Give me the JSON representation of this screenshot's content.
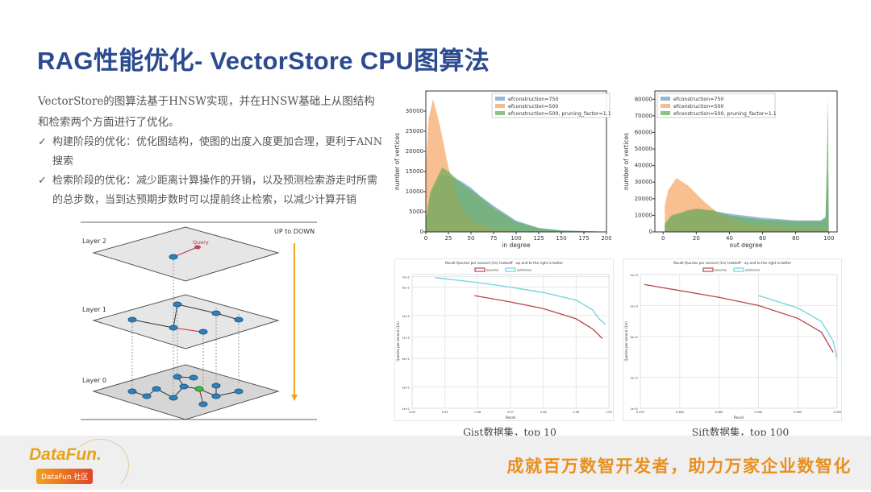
{
  "title": "RAG性能优化- VectorStore CPU图算法",
  "intro": "VectorStore的图算法基于HNSW实现，并在HNSW基础上从图结构和检索两个方面进行了优化。",
  "bullets": [
    {
      "check": "✓",
      "text": "构建阶段的优化：优化图结构，使图的出度入度更加合理，更利于ANN 搜索"
    },
    {
      "check": "✓",
      "text": "检索阶段的优化：减少距离计算操作的开销，以及预测检索游走时所需的总步数，当到达预期步数时可以提前终止检索，以减少计算开销"
    }
  ],
  "diagram": {
    "layers": [
      "Layer 2",
      "Layer 1",
      "Layer 0"
    ],
    "query": "Query",
    "direction": "UP to DOWN"
  },
  "captions": [
    "Gist数据集，top 10",
    "Sift数据集，top 100"
  ],
  "footer": {
    "logo": "DataFun.",
    "badge": "DataFun 社区",
    "slogan": "成就百万数智开发者，助力万家企业数智化"
  },
  "colors": {
    "title": "#2b4a8f",
    "blue": "#6f9fcf",
    "orange": "#f5a462",
    "green": "#6aae5a",
    "baseline": "#b5474b",
    "optimized": "#6fd3dc",
    "arrow": "#f0a41c"
  },
  "chart_data": [
    {
      "type": "area",
      "xlabel": "in degree",
      "ylabel": "number of vertices",
      "xlim": [
        0,
        200
      ],
      "ylim": [
        0,
        35000
      ],
      "xticks": [
        0,
        25,
        50,
        75,
        100,
        125,
        150,
        175,
        200
      ],
      "yticks": [
        0,
        5000,
        10000,
        15000,
        20000,
        25000,
        30000
      ],
      "legend": "top-right",
      "series": [
        {
          "name": "efconstruction=750",
          "color": "#6f9fcf",
          "points": [
            [
              0,
              2000
            ],
            [
              5,
              9000
            ],
            [
              15,
              14000
            ],
            [
              25,
              14000
            ],
            [
              40,
              12500
            ],
            [
              50,
              11000
            ],
            [
              60,
              9000
            ],
            [
              75,
              6500
            ],
            [
              100,
              2800
            ],
            [
              125,
              1000
            ],
            [
              150,
              400
            ],
            [
              200,
              50
            ]
          ]
        },
        {
          "name": "efconstruction=500",
          "color": "#f5a462",
          "points": [
            [
              0,
              15000
            ],
            [
              3,
              28000
            ],
            [
              8,
              33000
            ],
            [
              15,
              27000
            ],
            [
              25,
              16000
            ],
            [
              35,
              8000
            ],
            [
              50,
              3000
            ],
            [
              75,
              800
            ],
            [
              100,
              200
            ],
            [
              150,
              0
            ],
            [
              200,
              0
            ]
          ]
        },
        {
          "name": "efconstruction=500, pruning_factor=1.1",
          "color": "#6aae5a",
          "points": [
            [
              0,
              3000
            ],
            [
              5,
              10000
            ],
            [
              18,
              16000
            ],
            [
              25,
              15000
            ],
            [
              40,
              12000
            ],
            [
              50,
              10500
            ],
            [
              75,
              6000
            ],
            [
              100,
              2500
            ],
            [
              125,
              900
            ],
            [
              150,
              300
            ],
            [
              200,
              30
            ]
          ]
        }
      ]
    },
    {
      "type": "area",
      "xlabel": "out degree",
      "ylabel": "number of vertices",
      "xlim": [
        -5,
        105
      ],
      "ylim": [
        0,
        85000
      ],
      "xticks": [
        0,
        20,
        40,
        60,
        80,
        100
      ],
      "yticks": [
        0,
        10000,
        20000,
        30000,
        40000,
        50000,
        60000,
        70000,
        80000
      ],
      "legend": "top-left",
      "series": [
        {
          "name": "efconstruction=750",
          "color": "#6f9fcf",
          "points": [
            [
              1,
              4000
            ],
            [
              5,
              9000
            ],
            [
              15,
              13500
            ],
            [
              20,
              14000
            ],
            [
              40,
              11000
            ],
            [
              60,
              8500
            ],
            [
              80,
              7000
            ],
            [
              95,
              7000
            ],
            [
              98,
              9000
            ],
            [
              99.5,
              40000
            ],
            [
              100,
              0
            ]
          ]
        },
        {
          "name": "efconstruction=500",
          "color": "#f5a462",
          "points": [
            [
              1,
              16000
            ],
            [
              3,
              25000
            ],
            [
              8,
              32500
            ],
            [
              15,
              28000
            ],
            [
              25,
              18000
            ],
            [
              35,
              10000
            ],
            [
              50,
              5000
            ],
            [
              70,
              3000
            ],
            [
              90,
              2000
            ],
            [
              99,
              2000
            ],
            [
              100,
              0
            ]
          ]
        },
        {
          "name": "efconstruction=500, pruning_factor=1.1",
          "color": "#6aae5a",
          "points": [
            [
              1,
              5000
            ],
            [
              5,
              10000
            ],
            [
              20,
              14000
            ],
            [
              30,
              13000
            ],
            [
              40,
              10000
            ],
            [
              60,
              7500
            ],
            [
              80,
              6500
            ],
            [
              95,
              6500
            ],
            [
              98,
              8000
            ],
            [
              99.5,
              82000
            ],
            [
              100,
              0
            ]
          ]
        }
      ]
    },
    {
      "type": "line",
      "title": "Recall-Queries per second (1/s) tradeoff - up and to the right is better",
      "xlabel": "Recall",
      "ylabel": "Queries per second (1/s)",
      "xlim": [
        0.94,
        1.0
      ],
      "ylim": [
        10,
        750
      ],
      "yscale": "log",
      "xticks": [
        0.94,
        0.95,
        0.96,
        0.97,
        0.98,
        0.99,
        1.0
      ],
      "xticklabels": [
        "0.94",
        "0.95",
        "0.96",
        "0.97",
        "0.98",
        "0.99",
        "1.00"
      ],
      "yticks": [
        10,
        20,
        50,
        100,
        200,
        500,
        700
      ],
      "yticklabels": [
        "1e+1",
        "2e+1",
        "5e+1",
        "1e+2",
        "2e+2",
        "5e+2",
        "7e+2"
      ],
      "legend": "top-center",
      "series": [
        {
          "name": "baseline",
          "color": "#b5474b",
          "points": [
            [
              0.959,
              380
            ],
            [
              0.97,
              310
            ],
            [
              0.98,
              250
            ],
            [
              0.99,
              180
            ],
            [
              0.995,
              130
            ],
            [
              0.998,
              95
            ]
          ]
        },
        {
          "name": "optimized",
          "color": "#6fd3dc",
          "points": [
            [
              0.947,
              680
            ],
            [
              0.96,
              580
            ],
            [
              0.97,
              500
            ],
            [
              0.98,
              420
            ],
            [
              0.99,
              330
            ],
            [
              0.995,
              240
            ],
            [
              0.997,
              180
            ],
            [
              0.999,
              150
            ]
          ]
        }
      ]
    },
    {
      "type": "line",
      "title": "Recall-Queries per second (1/s) tradeoff - up and to the right is better",
      "xlabel": "Recall",
      "ylabel": "Queries per second (1/s)",
      "xlim": [
        0.975,
        1.0
      ],
      "ylim": [
        100,
        2000
      ],
      "yscale": "log",
      "xticks": [
        0.975,
        0.98,
        0.985,
        0.99,
        0.995,
        1.0
      ],
      "xticklabels": [
        "0.975",
        "0.980",
        "0.985",
        "0.990",
        "0.995",
        "1.000"
      ],
      "yticks": [
        100,
        200,
        500,
        1000,
        2000
      ],
      "yticklabels": [
        "1e+2",
        "2e+2",
        "5e+2",
        "1e+3",
        "2e+3"
      ],
      "legend": "top-center",
      "series": [
        {
          "name": "baseline",
          "color": "#b5474b",
          "points": [
            [
              0.9755,
              1600
            ],
            [
              0.98,
              1400
            ],
            [
              0.985,
              1200
            ],
            [
              0.99,
              1000
            ],
            [
              0.995,
              750
            ],
            [
              0.998,
              550
            ],
            [
              0.9995,
              350
            ]
          ]
        },
        {
          "name": "optimized",
          "color": "#6fd3dc",
          "points": [
            [
              0.99,
              1250
            ],
            [
              0.995,
              950
            ],
            [
              0.998,
              700
            ],
            [
              0.9995,
              450
            ],
            [
              1.0,
              300
            ]
          ]
        }
      ]
    }
  ]
}
